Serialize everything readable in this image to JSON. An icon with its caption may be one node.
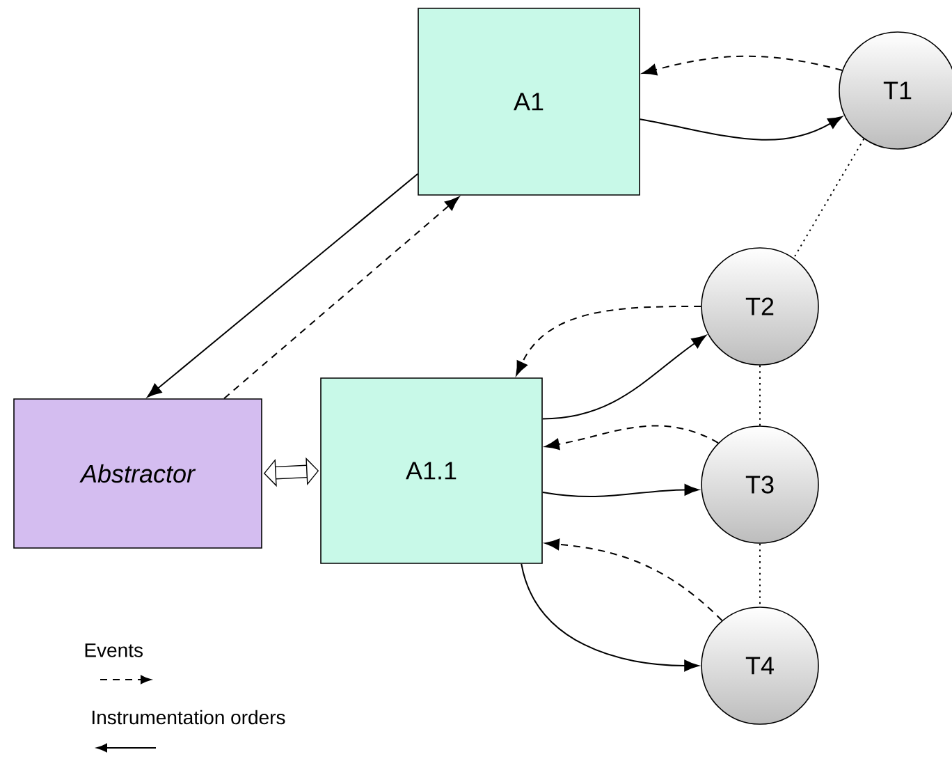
{
  "diagram": {
    "nodes": [
      {
        "text": [
          "A1"
        ]
      },
      {
        "text": [
          "T1"
        ]
      },
      {
        "text": [
          "T2"
        ]
      },
      {
        "text": [
          "Abstractor"
        ]
      },
      {
        "text": [
          "A1.1"
        ]
      },
      {
        "text": [
          "T3"
        ]
      },
      {
        "text": [
          "T4"
        ]
      }
    ],
    "edges": [
      {
        "from": 0,
        "to": 3,
        "arrow": "to"
      },
      {
        "from": 3,
        "to": 0,
        "arrow": "to",
        "style": "dashed"
      },
      {
        "from": 3,
        "to": 4,
        "arrow": "both",
        "style": "thick"
      },
      {
        "from": 1,
        "to": 0,
        "arrow": "to",
        "style": "dashed"
      },
      {
        "from": 0,
        "to": 1,
        "arrow": "to"
      },
      {
        "from": 1,
        "to": 2,
        "arrow": "none",
        "style": "dashed"
      },
      {
        "from": 2,
        "to": 4,
        "arrow": "to",
        "style": "dashed"
      },
      {
        "from": 4,
        "to": 2,
        "arrow": "to"
      },
      {
        "from": 2,
        "to": 5,
        "arrow": "none",
        "style": "dashed"
      },
      {
        "from": 5,
        "to": 4,
        "arrow": "to",
        "style": "dashed"
      },
      {
        "from": 4,
        "to": 5,
        "arrow": "to"
      },
      {
        "from": 5,
        "to": 6,
        "arrow": "none",
        "style": "dashed"
      },
      {
        "from": 6,
        "to": 4,
        "arrow": "to",
        "style": "dashed"
      },
      {
        "from": 4,
        "to": 6,
        "arrow": "to"
      }
    ],
    "legend": [
      {
        "text": "Events"
      },
      {
        "text": "Instrumentation orders"
      }
    ]
  }
}
